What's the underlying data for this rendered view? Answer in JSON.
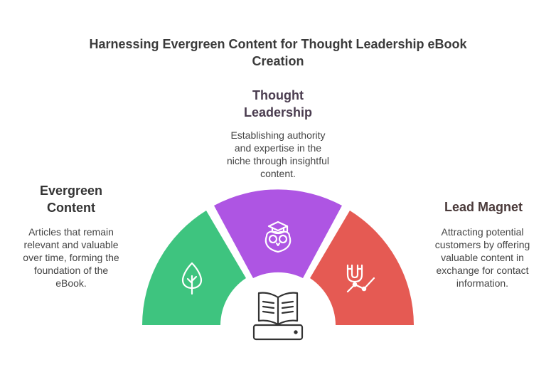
{
  "title_line1": "Harnessing Evergreen Content for Thought Leadership eBook",
  "title_line2": "Creation",
  "segments": [
    {
      "heading_line1": "Evergreen",
      "heading_line2": "Content",
      "description": [
        "Articles that remain",
        "relevant and valuable",
        "over time, forming the",
        "foundation of the",
        "eBook."
      ],
      "color": "#3ec47f",
      "icon": "tree-icon"
    },
    {
      "heading_line1": "Thought",
      "heading_line2": "Leadership",
      "description": [
        "Establishing authority",
        "and expertise in the",
        "niche through insightful",
        "content."
      ],
      "color": "#ae55e3",
      "icon": "owl-icon"
    },
    {
      "heading_line1": "Lead Magnet",
      "description": [
        "Attracting potential",
        "customers by offering",
        "valuable content in",
        "exchange for contact",
        "information."
      ],
      "color": "#e55a53",
      "icon": "magnet-icon"
    }
  ],
  "center_icon": "open-book-icon"
}
